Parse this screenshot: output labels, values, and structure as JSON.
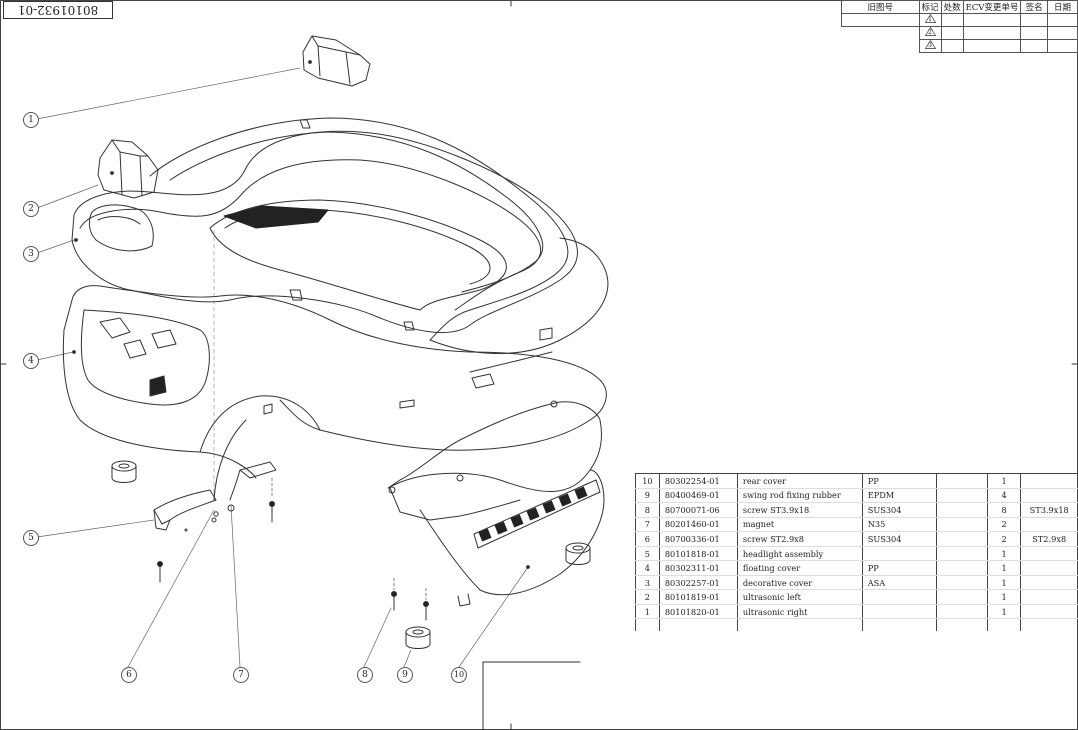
{
  "drawing_number": "80101932-01",
  "revision_table": {
    "headers": [
      "旧图号",
      "标记",
      "处数",
      "ECV变更单号",
      "签名",
      "日期"
    ],
    "markers": [
      "1",
      "2",
      "3"
    ]
  },
  "bom": [
    {
      "item": "10",
      "part_no": "80302254-01",
      "name": "rear cover",
      "material": "PP",
      "qty": "1",
      "note": ""
    },
    {
      "item": "9",
      "part_no": "80400469-01",
      "name": "swing rod fixing rubber",
      "material": "EPDM",
      "qty": "4",
      "note": ""
    },
    {
      "item": "8",
      "part_no": "80700071-06",
      "name": "screw ST3.9x18",
      "material": "SUS304",
      "qty": "8",
      "note": "ST3.9x18"
    },
    {
      "item": "7",
      "part_no": "80201460-01",
      "name": "magnet",
      "material": "N35",
      "qty": "2",
      "note": ""
    },
    {
      "item": "6",
      "part_no": "80700336-01",
      "name": "screw ST2.9x8",
      "material": "SUS304",
      "qty": "2",
      "note": "ST2.9x8"
    },
    {
      "item": "5",
      "part_no": "80101818-01",
      "name": "headlight assembly",
      "material": "",
      "qty": "1",
      "note": ""
    },
    {
      "item": "4",
      "part_no": "80302311-01",
      "name": "floating cover",
      "material": "PP",
      "qty": "1",
      "note": ""
    },
    {
      "item": "3",
      "part_no": "80302257-01",
      "name": "decorative cover",
      "material": "ASA",
      "qty": "1",
      "note": ""
    },
    {
      "item": "2",
      "part_no": "80101819-01",
      "name": "ultrasonic left",
      "material": "",
      "qty": "1",
      "note": ""
    },
    {
      "item": "1",
      "part_no": "80101820-01",
      "name": "ultrasonic right",
      "material": "",
      "qty": "1",
      "note": ""
    }
  ],
  "callouts": [
    "1",
    "2",
    "3",
    "4",
    "5",
    "6",
    "7",
    "8",
    "9",
    "10"
  ]
}
